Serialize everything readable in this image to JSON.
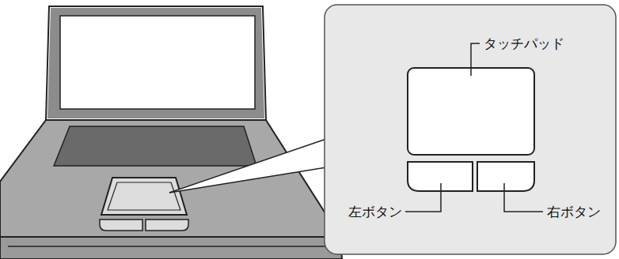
{
  "diagram": {
    "labels": [
      "タッチパッド",
      "左ボタン",
      "右ボタン"
    ]
  }
}
